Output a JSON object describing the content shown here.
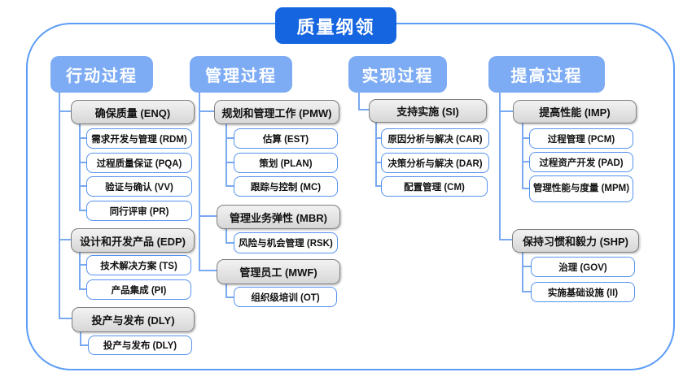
{
  "title": "质量纲领",
  "colors": {
    "title_bg": "#1565e0",
    "header_bg": "#7dacf4",
    "connector_line": "#79a9f1",
    "frame_border": "#5b9cf6",
    "leaf_border": "#5592ee",
    "group_fill": "#dcdcdc",
    "group_border": "#7f7f7f"
  },
  "columns": [
    {
      "header": "行动过程",
      "groups": [
        {
          "label": "确保质量 (ENQ)",
          "children": [
            "需求开发与管理 (RDM)",
            "过程质量保证 (PQA)",
            "验证与确认 (VV)",
            "同行评审 (PR)"
          ]
        },
        {
          "label": "设计和开发产品 (EDP)",
          "children": [
            "技术解决方案 (TS)",
            "产品集成 (PI)"
          ]
        },
        {
          "label": "投产与发布 (DLY)",
          "children": [
            "投产与发布 (DLY)"
          ]
        }
      ]
    },
    {
      "header": "管理过程",
      "groups": [
        {
          "label": "规划和管理工作 (PMW)",
          "children": [
            "估算 (EST)",
            "策划 (PLAN)",
            "跟踪与控制 (MC)"
          ]
        },
        {
          "label": "管理业务弹性 (MBR)",
          "children": [
            "风险与机会管理 (RSK)"
          ]
        },
        {
          "label": "管理员工 (MWF)",
          "children": [
            "组织级培训 (OT)"
          ]
        }
      ]
    },
    {
      "header": "实现过程",
      "groups": [
        {
          "label": "支持实施 (SI)",
          "children": [
            "原因分析与解决 (CAR)",
            "决策分析与解决 (DAR)",
            "配置管理 (CM)"
          ]
        }
      ]
    },
    {
      "header": "提高过程",
      "groups": [
        {
          "label": "提高性能 (IMP)",
          "children": [
            "过程管理 (PCM)",
            "过程资产开发 (PAD)",
            "管理性能与度量 (MPM)"
          ]
        },
        {
          "label": "保持习惯和毅力 (SHP)",
          "children": [
            "治理 (GOV)",
            "实施基础设施 (II)"
          ]
        }
      ]
    }
  ]
}
